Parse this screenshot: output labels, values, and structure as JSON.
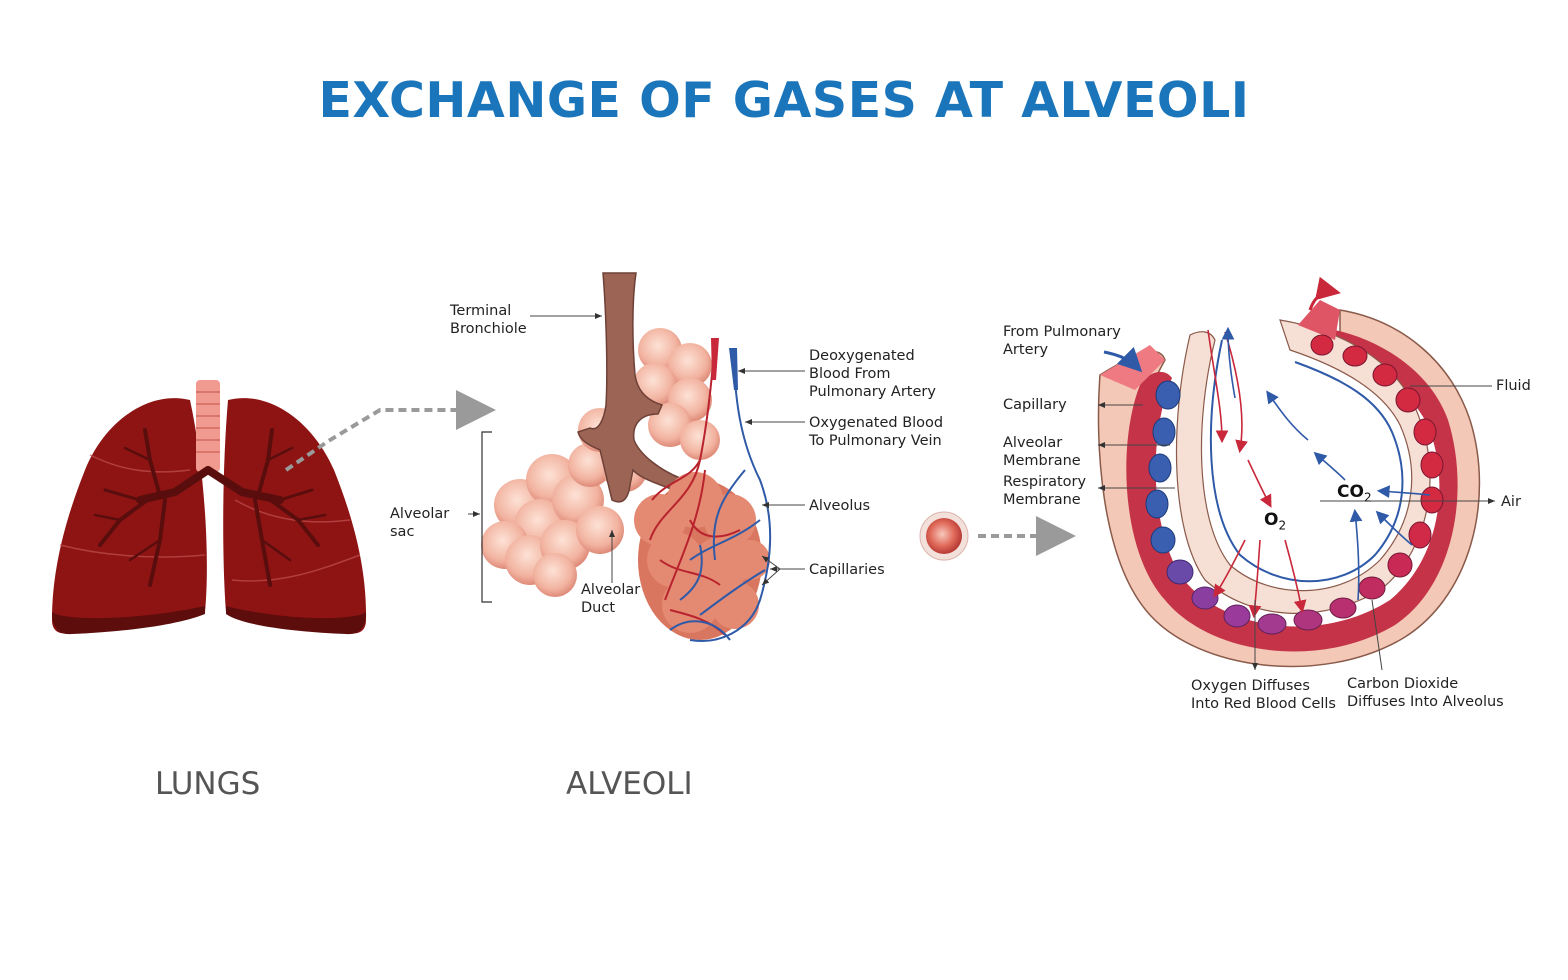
{
  "title": "EXCHANGE OF GASES AT ALVEOLI",
  "panels": {
    "lungs": "LUNGS",
    "alveoli": "ALVEOLI"
  },
  "alveoli_labels": {
    "terminal_bronchiole": "Terminal\nBronchiole",
    "alveolar_sac": "Alveolar\nsac",
    "alveolar_duct": "Alveolar\nDuct",
    "deoxygenated_blood": "Deoxygenated\nBlood From\nPulmonary Artery",
    "oxygenated_blood": "Oxygenated Blood\nTo Pulmonary Vein",
    "alveolus": "Alveolus",
    "capillaries": "Capillaries"
  },
  "exchange_labels": {
    "from_pulmonary_artery": "From Pulmonary\nArtery",
    "capillary": "Capillary",
    "alveolar_membrane": "Alveolar\nMembrane",
    "respiratory_membrane": "Respiratory\nMembrane",
    "fluid": "Fluid",
    "air": "Air",
    "o2_symbol": "O",
    "o2_sub": "2",
    "co2_symbol": "CO",
    "co2_sub": "2",
    "oxygen_diffuses": "Oxygen Diffuses\nInto Red Blood Cells",
    "co2_diffuses": "Carbon Dioxide\nDiffuses Into Alveolus"
  },
  "colors": {
    "title": "#1b75bb",
    "lung": "#8e1414",
    "lung_dark": "#5e0d0d",
    "trachea": "#f09a90",
    "alveoli": "#f4b8a6",
    "bronchiole": "#9b6455",
    "artery_red": "#c8283a",
    "vein_blue": "#2f5aa8",
    "arrow_grey": "#9a9a9a"
  }
}
